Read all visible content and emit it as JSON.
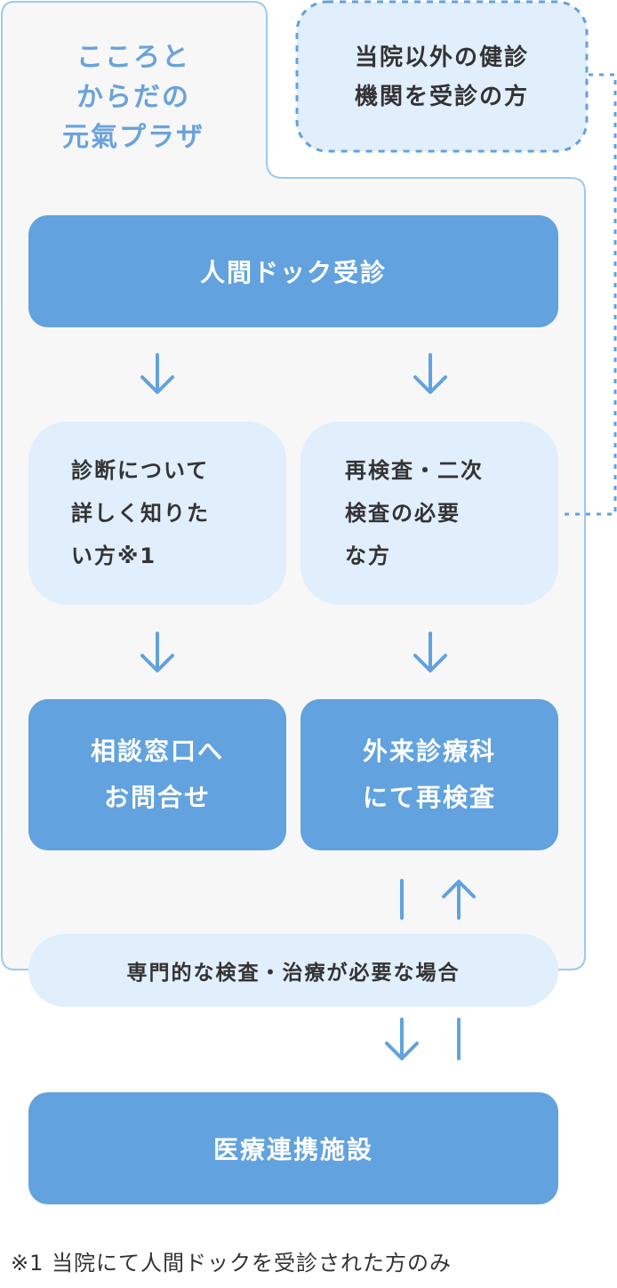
{
  "plaza": {
    "label": "こころと\nからだの\n元氣プラザ"
  },
  "outside": {
    "label": "当院以外の健診\n機関を受診の方"
  },
  "flow": {
    "dock": "人間ドック受診",
    "detail": "診断について\n詳しく知りた\nい方※1",
    "recheck": "再検査・二次\n検査の必要\nな方",
    "consult": "相談窓口へ\nお問合せ",
    "outpatient": "外来診療科\nにて再検査",
    "specialist": "専門的な検査・治療が必要な場合",
    "partner": "医療連携施設"
  },
  "footnote": "※1 当院にて人間ドックを受診された方のみ",
  "colors": {
    "accent": "#62a2de",
    "light": "#e1eefb",
    "panel": "#f7f7f7",
    "border": "#9ccaf0"
  }
}
